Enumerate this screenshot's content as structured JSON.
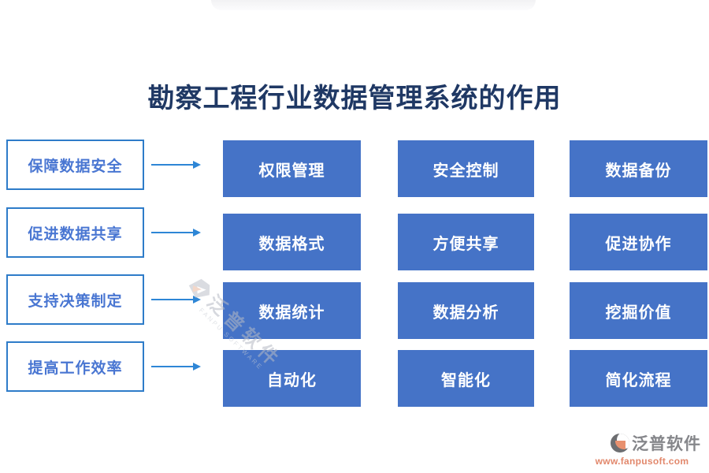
{
  "title": "勘察工程行业数据管理系统的作用",
  "rows": [
    {
      "label": "保障数据安全",
      "items": [
        "权限管理",
        "安全控制",
        "数据备份"
      ]
    },
    {
      "label": "促进数据共享",
      "items": [
        "数据格式",
        "方便共享",
        "促进协作"
      ]
    },
    {
      "label": "支持决策制定",
      "items": [
        "数据统计",
        "数据分析",
        "挖掘价值"
      ]
    },
    {
      "label": "提高工作效率",
      "items": [
        "自动化",
        "智能化",
        "简化流程"
      ]
    }
  ],
  "watermark": {
    "text": "泛普软件",
    "subtext": "FANPU SOFTWARE"
  },
  "footer": {
    "brand": "泛普软件",
    "url": "www.fanpusoft.com"
  },
  "colors": {
    "title": "#1F3864",
    "grid_box_fill": "#4573C7",
    "grid_box_text": "#FFFFFF",
    "label_text": "#4976D2",
    "label_border": "#2E7CC9",
    "arrow": "#2E86D6",
    "brand_gray": "#85868A",
    "brand_coral": "#E2886C"
  }
}
